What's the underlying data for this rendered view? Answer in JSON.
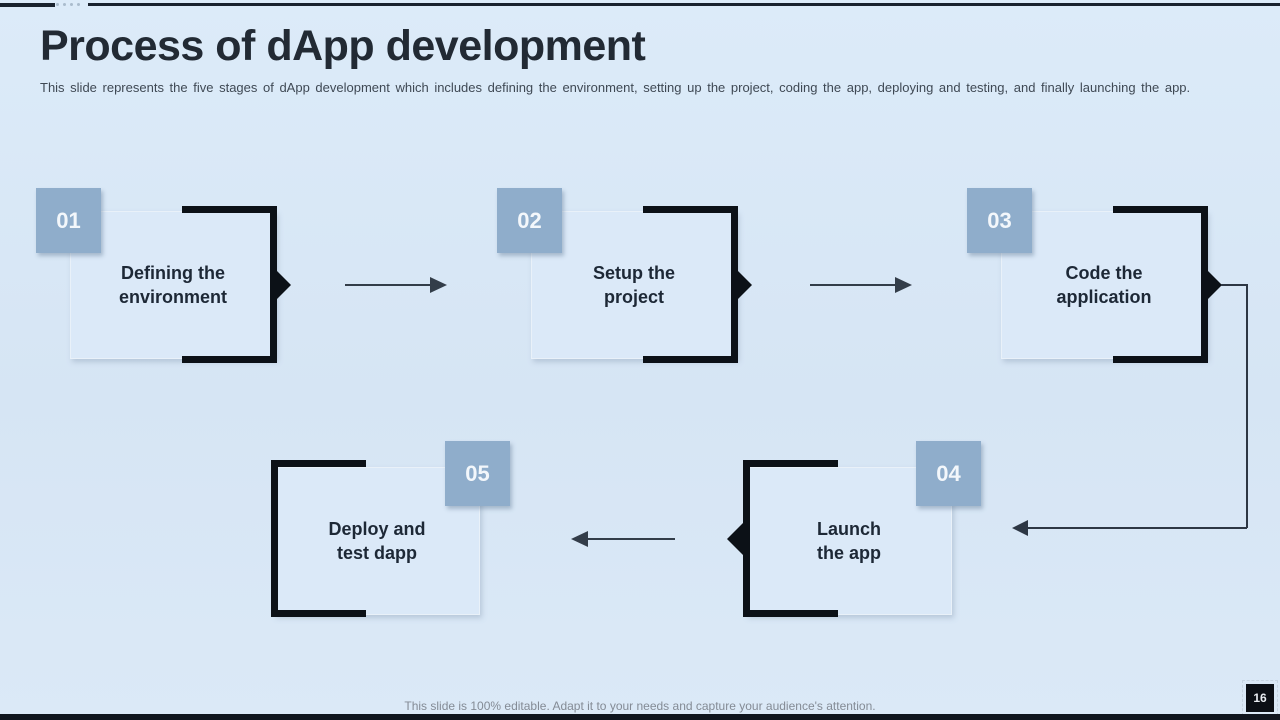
{
  "slide": {
    "title": "Process of dApp development",
    "subtitle": "This slide represents the five stages of dApp development which includes defining the environment, setting up the project, coding the app, deploying and testing, and finally launching the app.",
    "footer_note": "This slide is 100% editable. Adapt it to your needs and capture your audience's attention.",
    "page_number": "16"
  },
  "stages": [
    {
      "number": "01",
      "line1": "Defining the",
      "line2": "environment"
    },
    {
      "number": "02",
      "line1": "Setup the",
      "line2": "project"
    },
    {
      "number": "03",
      "line1": "Code the",
      "line2": "application"
    },
    {
      "number": "04",
      "line1": "Launch",
      "line2": "the app"
    },
    {
      "number": "05",
      "line1": "Deploy and",
      "line2": "test dapp"
    }
  ],
  "colors": {
    "background": "#d8e7f6",
    "panel_fill": "#dbe9f8",
    "badge_fill": "#8fadcb",
    "frame_black": "#0c1117",
    "arrow": "#333d49",
    "title_text": "#222a34",
    "body_text": "#3f4954",
    "footer_text": "#848b95"
  }
}
